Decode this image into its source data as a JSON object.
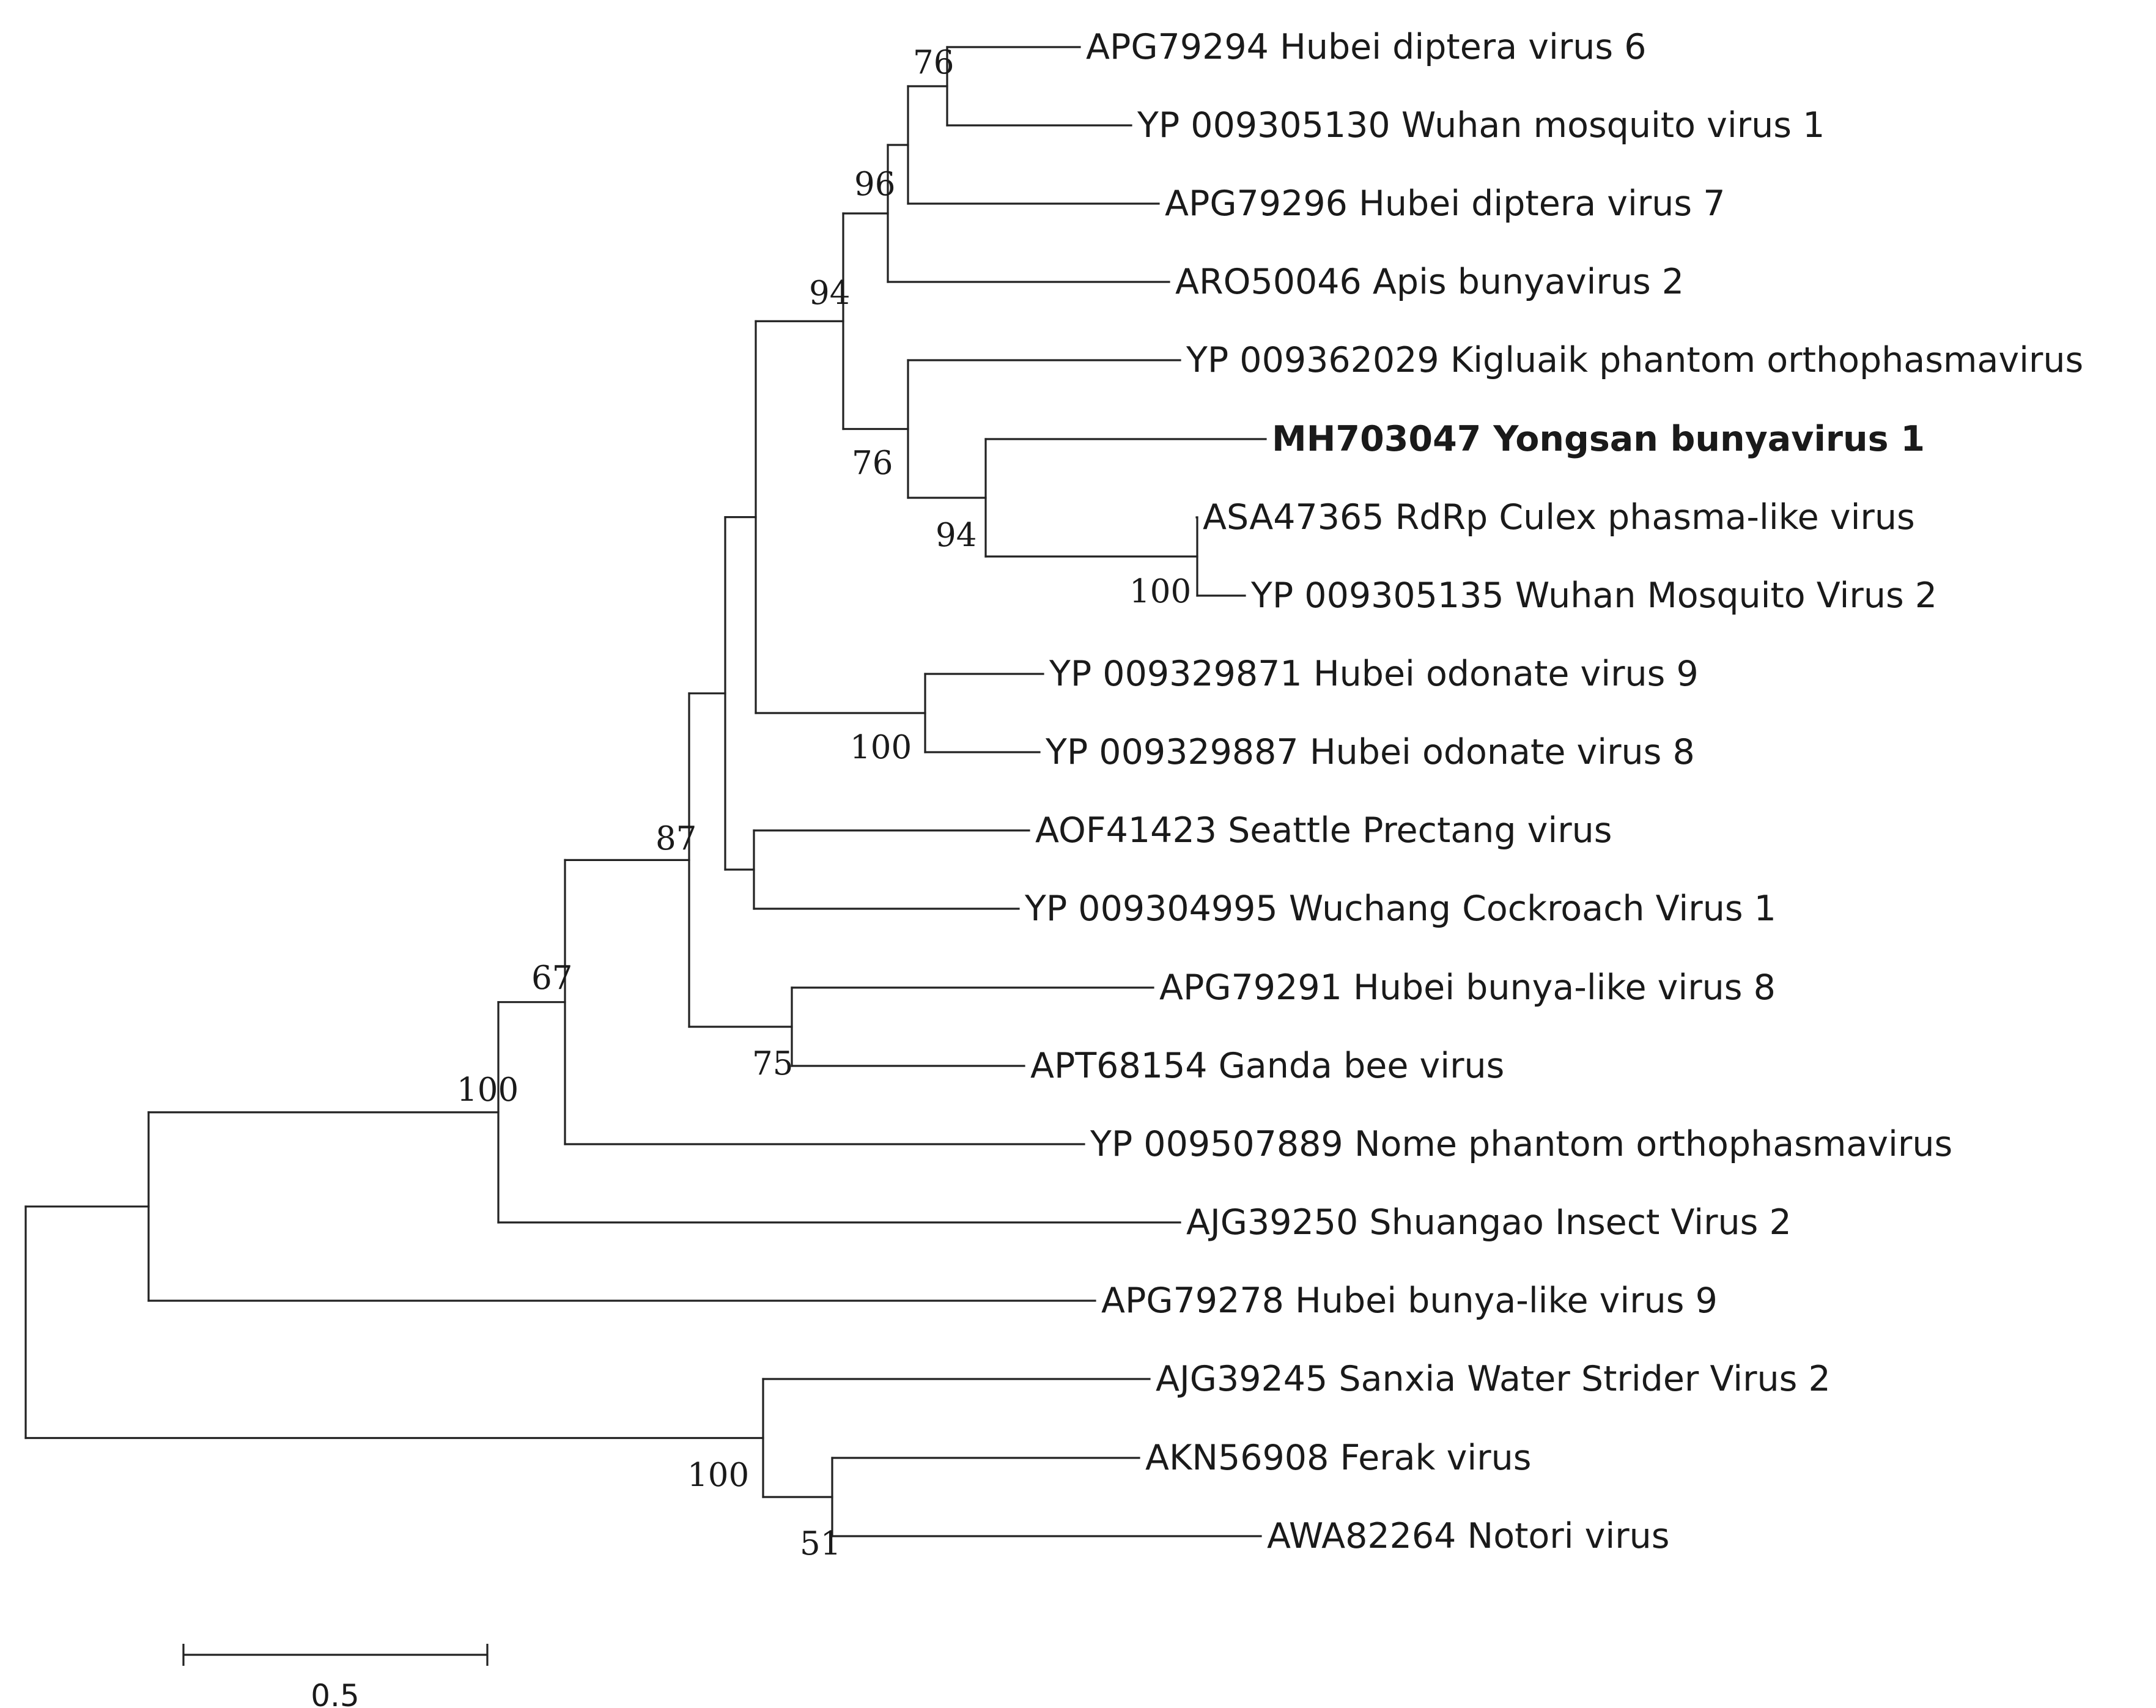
{
  "tree": {
    "leaves": [
      {
        "id": "APG79294",
        "label": "APG79294 Hubei diptera virus 6"
      },
      {
        "id": "YP009305130",
        "label": "YP 009305130 Wuhan mosquito virus 1"
      },
      {
        "id": "APG79296",
        "label": "APG79296 Hubei diptera virus 7"
      },
      {
        "id": "ARO50046",
        "label": "ARO50046 Apis bunyavirus 2"
      },
      {
        "id": "YP009362029",
        "label": "YP 009362029 Kigluaik phantom orthophasmavirus"
      },
      {
        "id": "MH703047",
        "label": "MH703047 Yongsan bunyavirus 1",
        "bold": true
      },
      {
        "id": "ASA47365",
        "label": "ASA47365 RdRp Culex phasma-like virus"
      },
      {
        "id": "YP009305135",
        "label": "YP 009305135 Wuhan Mosquito Virus 2"
      },
      {
        "id": "YP009329871",
        "label": "YP 009329871 Hubei odonate virus 9"
      },
      {
        "id": "YP009329887",
        "label": "YP 009329887 Hubei odonate virus 8"
      },
      {
        "id": "AOF41423",
        "label": "AOF41423 Seattle Prectang virus"
      },
      {
        "id": "YP009304995",
        "label": "YP 009304995 Wuchang Cockroach Virus 1"
      },
      {
        "id": "APG79291",
        "label": "APG79291 Hubei bunya-like virus 8"
      },
      {
        "id": "APT68154",
        "label": "APT68154 Ganda bee virus"
      },
      {
        "id": "YP009507889",
        "label": "YP 009507889 Nome phantom orthophasmavirus"
      },
      {
        "id": "AJG39250",
        "label": "AJG39250 Shuangao Insect Virus 2"
      },
      {
        "id": "APG79278",
        "label": "APG79278 Hubei bunya-like virus 9"
      },
      {
        "id": "AJG39245",
        "label": "AJG39245 Sanxia Water Strider Virus 2"
      },
      {
        "id": "AKN56908",
        "label": "AKN56908 Ferak virus"
      },
      {
        "id": "AWA82264",
        "label": "AWA82264 Notori virus"
      }
    ],
    "support_values": [
      "76",
      "96",
      "94",
      "76",
      "94",
      "100",
      "100",
      "87",
      "67",
      "100",
      "75",
      "100",
      "51"
    ],
    "scale_bar": {
      "label": "0.5",
      "value": 0.5
    }
  }
}
